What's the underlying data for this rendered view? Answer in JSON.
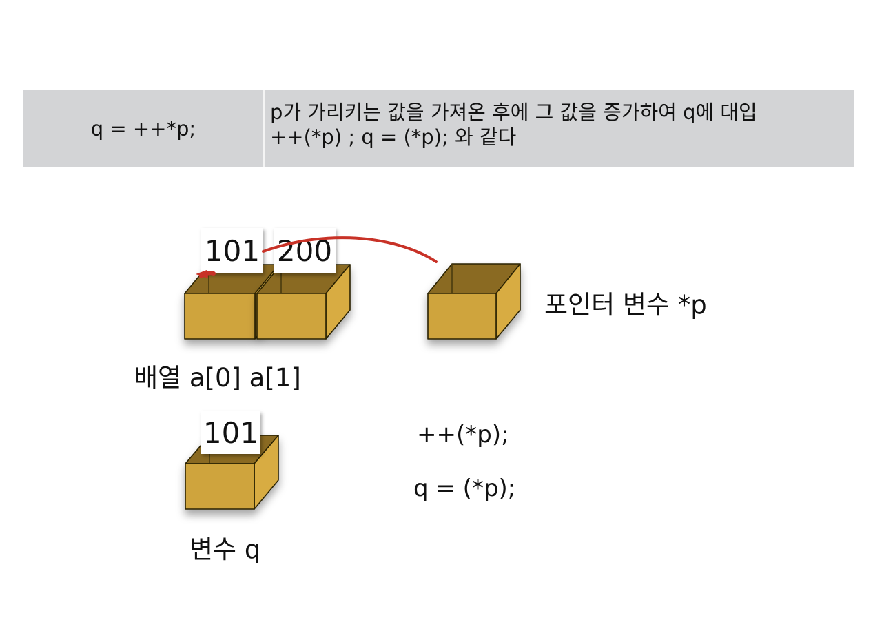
{
  "table": {
    "expression": "q = ++*p;",
    "description_line1": "p가 가리키는 값을 가져온 후에 그 값을 증가하여 q에 대입",
    "description_line2": "++(*p) ; q = (*p);  와 같다"
  },
  "diagram": {
    "array_label": "배열 a[0]   a[1]",
    "pointer_label": "포인터 변수 *p",
    "variable_label": "변수 q",
    "cards": {
      "a0": "101",
      "a1": "200",
      "q": "101"
    },
    "code_line1": "++(*p);",
    "code_line2": "q = (*p);"
  },
  "colors": {
    "box_front": "#cfa43c",
    "box_side": "#d8ac43",
    "box_inner": "#8a6a22",
    "arrow": "#c83227",
    "table_bg": "#d3d4d6"
  }
}
